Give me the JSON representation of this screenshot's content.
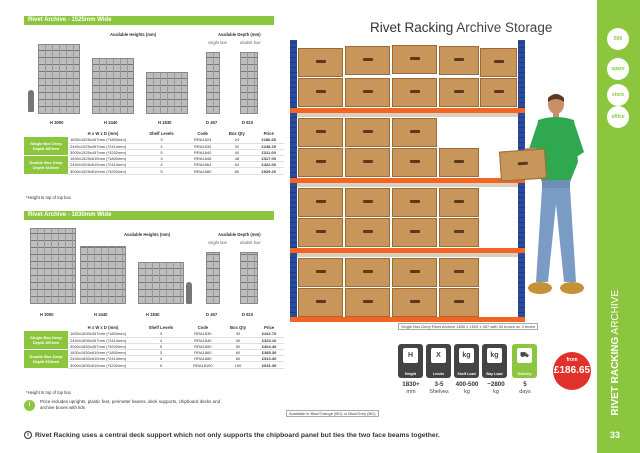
{
  "section1": {
    "header": "Rivet Archive - 1525mm Wide",
    "available_heights": "Available Heights (mm)",
    "available_depth": "Available Depth (mm)",
    "single_box": "single box",
    "double_box": "double box",
    "racks": [
      "H 3000",
      "H 2440",
      "H 1830"
    ],
    "depths": [
      "D 457",
      "D 610"
    ],
    "columns": [
      "H x W x D (mm)",
      "Shelf Levels",
      "Code",
      "Box Qty",
      "Price"
    ],
    "groups": [
      {
        "name": "Single Box Deep Depth 457mm",
        "rows": [
          {
            "hwd": "1830x1525x457mm (*1800mm)",
            "levels": "3",
            "code": "RRA1824",
            "qty": "24",
            "price": "£186.65"
          },
          {
            "hwd": "2440x1525x457mm (*2414mm)",
            "levels": "4",
            "code": "RRA1832",
            "qty": "32",
            "price": "£248.25"
          },
          {
            "hwd": "3000x1525x457mm (*3202mm)",
            "levels": "5",
            "code": "RRA1840",
            "qty": "40",
            "price": "£311.00"
          }
        ]
      },
      {
        "name": "Double Box Deep Depth 610mm",
        "rows": [
          {
            "hwd": "1830x1525x610mm (*1800mm)",
            "levels": "3",
            "code": "RRA1848",
            "qty": "48",
            "price": "£317.00"
          },
          {
            "hwd": "2440x1525x610mm (*2414mm)",
            "levels": "4",
            "code": "RRA1864",
            "qty": "64",
            "price": "£422.00"
          },
          {
            "hwd": "3000x1525x610mm (*3202mm)",
            "levels": "5",
            "code": "RRA1880",
            "qty": "80",
            "price": "£529.20"
          }
        ]
      }
    ],
    "note": "*Height to top of top box"
  },
  "section2": {
    "header": "Rivet Archive - 1830mm Wide",
    "available_heights": "Available Heights (mm)",
    "available_depth": "Available Depth (mm)",
    "single_box": "single box",
    "double_box": "double box",
    "racks": [
      "H 3000",
      "H 2440",
      "H 1830"
    ],
    "depths": [
      "D 457",
      "D 610"
    ],
    "columns": [
      "H x W x D (mm)",
      "Shelf Levels",
      "Code",
      "Box Qty",
      "Price"
    ],
    "groups": [
      {
        "name": "Single Box Deep Depth 457mm",
        "rows": [
          {
            "hwd": "1830x1830x457mm (*1800mm)",
            "levels": "3",
            "code": "RRA1830",
            "qty": "30",
            "price": "£242.70"
          },
          {
            "hwd": "2440x1830x457mm (*2414mm)",
            "levels": "4",
            "code": "RRA1840",
            "qty": "40",
            "price": "£323.10"
          },
          {
            "hwd": "3000x1830x457mm (*3202mm)",
            "levels": "5",
            "code": "RRA1850",
            "qty": "50",
            "price": "£404.40"
          }
        ]
      },
      {
        "name": "Double Box Deep Depth 610mm",
        "rows": [
          {
            "hwd": "1830x1830x610mm (*1800mm)",
            "levels": "3",
            "code": "RRA1860",
            "qty": "60",
            "price": "£385.30"
          },
          {
            "hwd": "2440x1830x610mm (*2414mm)",
            "levels": "4",
            "code": "RRA1880",
            "qty": "80",
            "price": "£513.30"
          },
          {
            "hwd": "3000x1830x610mm (*3202mm)",
            "levels": "5",
            "code": "RRA18100",
            "qty": "100",
            "price": "£631.30"
          }
        ]
      }
    ],
    "note": "*Height to top of top box",
    "info": "Price includes uprights, plastic feet, perimeter beams, deck supports, chipboard decks and archive boxes with lids"
  },
  "title_bold": "Rivet Racking",
  "title_light": " Archive Storage",
  "caption_main": "Single Box Deep Rivet Archive 1830 x 1525 x 457 with 30 boxes on 3 levels",
  "caption_colour": "Available in Blue/Orange (BO) or Blue/Grey (BG)",
  "features": [
    {
      "icon": "H",
      "label": "Height",
      "value": "1830+",
      "sub": "mm"
    },
    {
      "icon": "X",
      "label": "Levels",
      "value": "3-5",
      "sub": "Shelves"
    },
    {
      "icon": "kg",
      "label": "Shelf Load",
      "value": "400-500",
      "sub": "kg"
    },
    {
      "icon": "kg",
      "label": "Bay Load",
      "value": "~2800",
      "sub": "kg"
    },
    {
      "icon": "⛟",
      "label": "Delivery",
      "value": "5",
      "sub": "days"
    }
  ],
  "price_from": "from",
  "price_value": "£186.65",
  "sidebar": {
    "badges": [
      "500",
      "spare",
      "store",
      "office"
    ],
    "text_bold": "RIVET RACKING",
    "text_light": " ARCHIVE",
    "page": "33"
  },
  "footer": "Rivet Racking uses a central deck support which not only supports the chipboard panel but ties the two face beams together.",
  "colors": {
    "accent": "#8cc63f",
    "upright": "#2a4b9b",
    "beam": "#f26522",
    "box": "#c8955a",
    "price": "#e0312b"
  }
}
